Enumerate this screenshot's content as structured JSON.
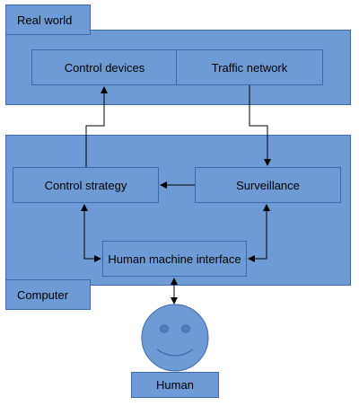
{
  "real_world": {
    "label": "Real world",
    "control_devices": "Control devices",
    "traffic_network": "Traffic network"
  },
  "computer": {
    "label": "Computer",
    "control_strategy": "Control strategy",
    "surveillance": "Surveillance",
    "hmi": "Human machine interface"
  },
  "human": {
    "label": "Human"
  },
  "colors": {
    "fill": "#6e9bd5",
    "border": "#3c6aa8",
    "line": "#000000"
  }
}
